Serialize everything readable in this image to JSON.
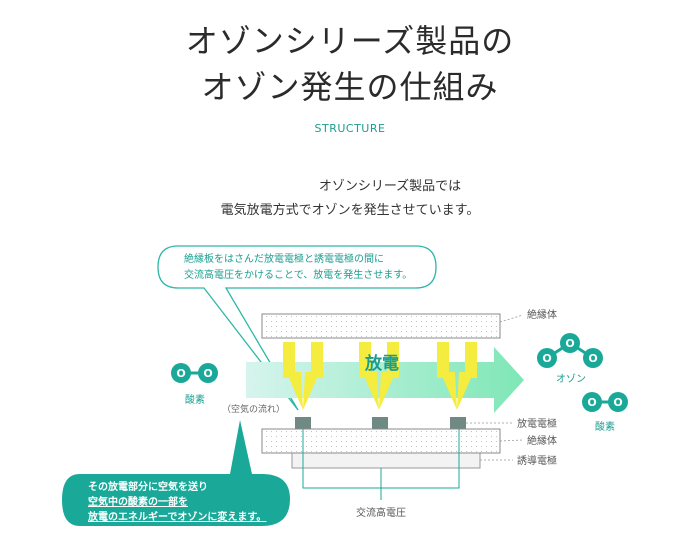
{
  "title_line1": "オゾンシリーズ製品の",
  "title_line2": "オゾン発生の仕組み",
  "subtitle": "STRUCTURE",
  "intro_line1": "オゾンシリーズ製品では",
  "intro_line2": "電気放電方式でオゾンを発生させています。",
  "callout_top": {
    "line1": "絶縁板をはさんだ放電電極と誘電電極の間に",
    "line2": "交流高電圧をかけることで、放電を発生させます。"
  },
  "callout_bottom": {
    "line1": "その放電部分に空気を送り",
    "line2": "空気中の酸素の一部を",
    "line3": "放電のエネルギーでオゾンに変えます。"
  },
  "labels": {
    "discharge": "放電",
    "insulator_top": "絶縁体",
    "discharge_electrode": "放電電極",
    "insulator_bottom": "絶縁体",
    "induction_electrode": "誘導電極",
    "ac_high_voltage": "交流高電圧",
    "air_flow": "（空気の流れ）",
    "oxygen_left": "酸素",
    "ozone": "オゾン",
    "oxygen_right": "酸素",
    "atom": "O"
  },
  "colors": {
    "teal": "#1aa999",
    "lightning": "#f4ec3f",
    "arrow_start": "#d6f4ee",
    "arrow_end": "#7ee7b6",
    "electrode": "#6f8a83",
    "plate_border": "#888888"
  }
}
